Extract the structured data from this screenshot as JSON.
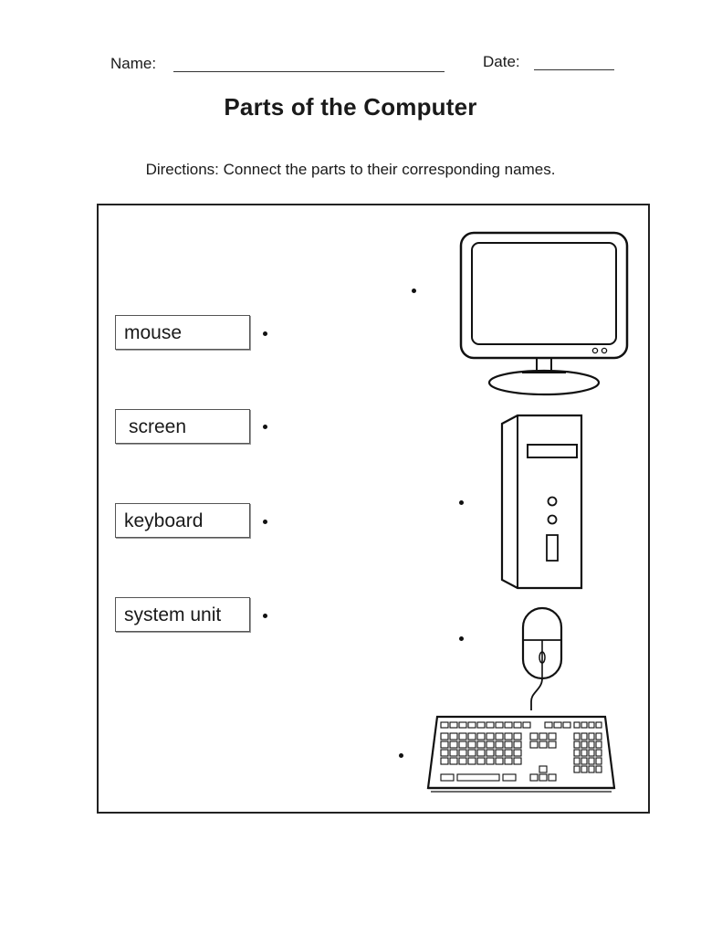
{
  "header": {
    "name_label": "Name:",
    "date_label": "Date:"
  },
  "title": "Parts of the Computer",
  "directions": "Directions: Connect the parts to their corresponding names.",
  "words": [
    "mouse",
    "screen",
    "keyboard",
    "system unit"
  ],
  "pictures": [
    "monitor-icon",
    "system-unit-icon",
    "mouse-icon",
    "keyboard-icon"
  ]
}
